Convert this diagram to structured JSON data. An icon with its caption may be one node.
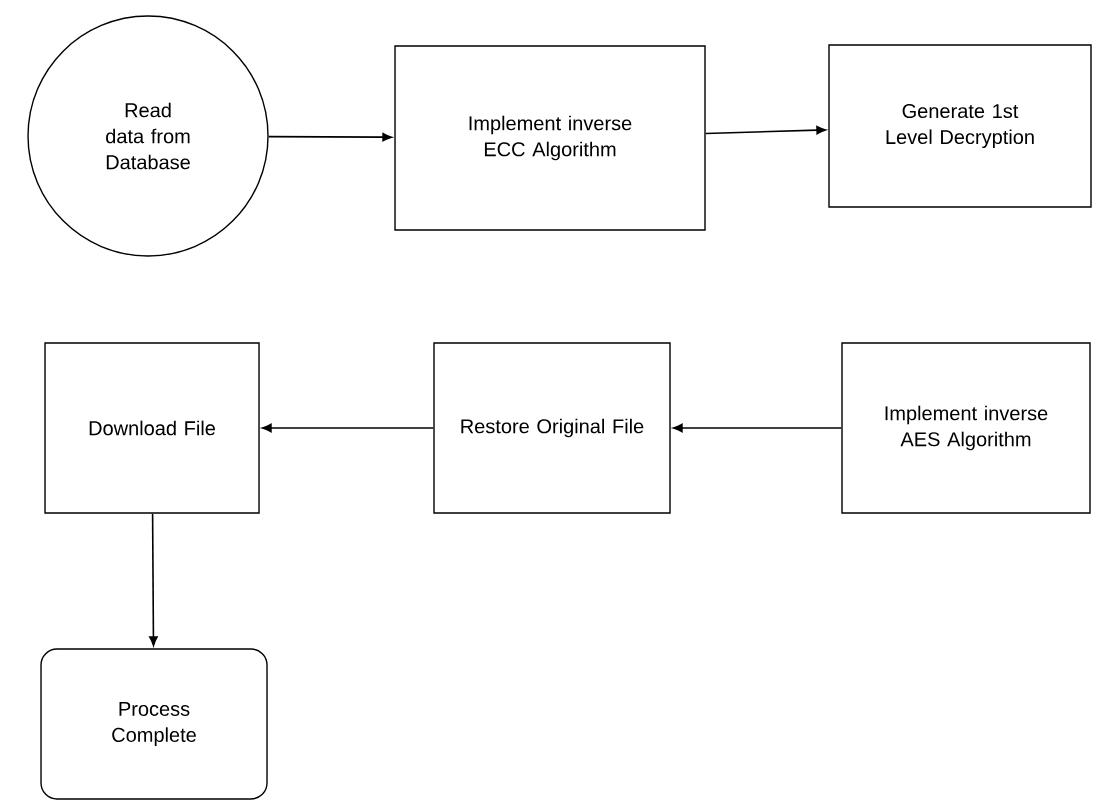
{
  "diagram": {
    "nodes": [
      {
        "text": [
          "Read data from Database"
        ]
      },
      {
        "text": [
          "Implement inverse ECC Algorithm"
        ]
      },
      {
        "text": [
          "Generate 1st Level Decryption"
        ]
      },
      {
        "text": [
          "Download File"
        ]
      },
      {
        "text": [
          "Restore Original File"
        ]
      },
      {
        "text": [
          "Implement inverse AES Algorithm"
        ]
      },
      {
        "text": [
          "Process Complete"
        ]
      }
    ],
    "edges": [
      {
        "from": 0,
        "to": 1,
        "arrow": "to"
      },
      {
        "from": 1,
        "to": 2,
        "arrow": "to"
      },
      {
        "from": 5,
        "to": 4,
        "arrow": "to"
      },
      {
        "from": 4,
        "to": 3,
        "arrow": "to"
      },
      {
        "from": 3,
        "to": 6,
        "arrow": "to"
      }
    ]
  }
}
